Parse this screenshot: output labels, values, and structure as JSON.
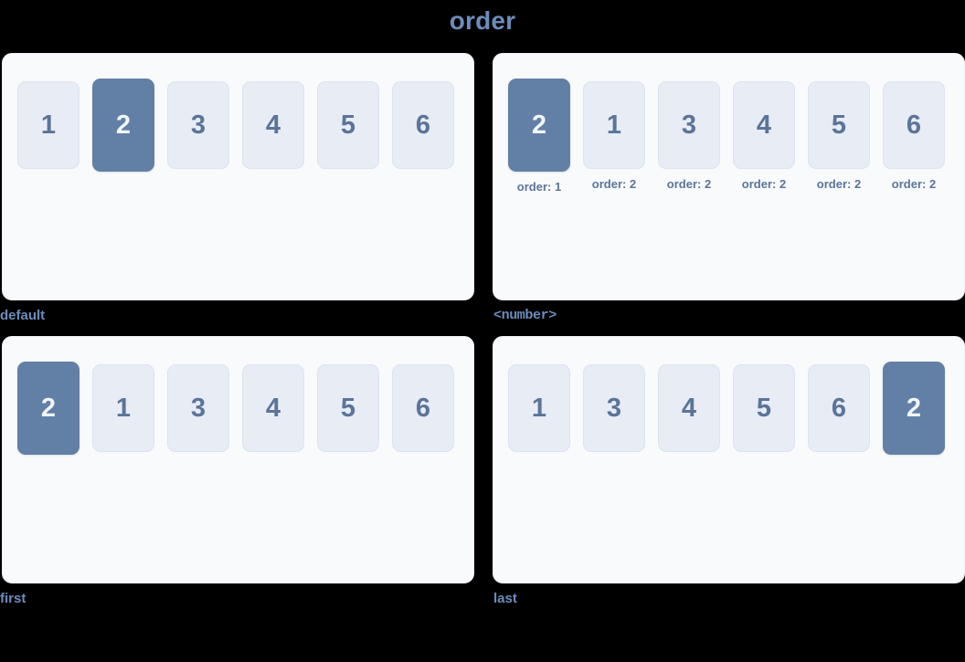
{
  "title": "order",
  "colors": {
    "background": "#000000",
    "panel_bg": "#f9fafc",
    "panel_border": "#eef1f7",
    "card_bg": "#e7ecf5",
    "card_border": "#dde4ef",
    "card_text": "#5b7499",
    "highlight_bg": "#6280a6",
    "highlight_text": "#f2f5fa",
    "label_text": "#6c8cbb"
  },
  "panels": [
    {
      "label": "default",
      "label_mono": false,
      "show_order_notes": false,
      "items": [
        {
          "number": "1",
          "highlight": false,
          "order_note": ""
        },
        {
          "number": "2",
          "highlight": true,
          "order_note": ""
        },
        {
          "number": "3",
          "highlight": false,
          "order_note": ""
        },
        {
          "number": "4",
          "highlight": false,
          "order_note": ""
        },
        {
          "number": "5",
          "highlight": false,
          "order_note": ""
        },
        {
          "number": "6",
          "highlight": false,
          "order_note": ""
        }
      ]
    },
    {
      "label": "<number>",
      "label_mono": true,
      "show_order_notes": true,
      "items": [
        {
          "number": "2",
          "highlight": true,
          "order_note": "order: 1"
        },
        {
          "number": "1",
          "highlight": false,
          "order_note": "order: 2"
        },
        {
          "number": "3",
          "highlight": false,
          "order_note": "order: 2"
        },
        {
          "number": "4",
          "highlight": false,
          "order_note": "order: 2"
        },
        {
          "number": "5",
          "highlight": false,
          "order_note": "order: 2"
        },
        {
          "number": "6",
          "highlight": false,
          "order_note": "order: 2"
        }
      ]
    },
    {
      "label": "first",
      "label_mono": false,
      "show_order_notes": false,
      "items": [
        {
          "number": "2",
          "highlight": true,
          "order_note": ""
        },
        {
          "number": "1",
          "highlight": false,
          "order_note": ""
        },
        {
          "number": "3",
          "highlight": false,
          "order_note": ""
        },
        {
          "number": "4",
          "highlight": false,
          "order_note": ""
        },
        {
          "number": "5",
          "highlight": false,
          "order_note": ""
        },
        {
          "number": "6",
          "highlight": false,
          "order_note": ""
        }
      ]
    },
    {
      "label": "last",
      "label_mono": false,
      "show_order_notes": false,
      "items": [
        {
          "number": "1",
          "highlight": false,
          "order_note": ""
        },
        {
          "number": "3",
          "highlight": false,
          "order_note": ""
        },
        {
          "number": "4",
          "highlight": false,
          "order_note": ""
        },
        {
          "number": "5",
          "highlight": false,
          "order_note": ""
        },
        {
          "number": "6",
          "highlight": false,
          "order_note": ""
        },
        {
          "number": "2",
          "highlight": true,
          "order_note": ""
        }
      ]
    }
  ]
}
